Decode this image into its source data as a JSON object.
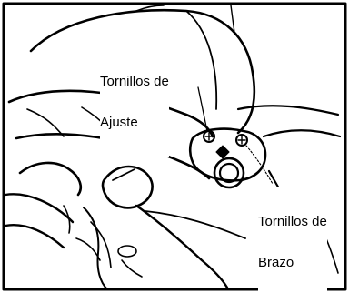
{
  "callouts": {
    "adjust_screws_line1": "Tornillos de",
    "adjust_screws_line2": "Ajuste",
    "arm_screws_line1": "Tornillos de",
    "arm_screws_line2": "Brazo"
  },
  "colors": {
    "line": "#000000",
    "background": "#ffffff",
    "frame": "#000000"
  }
}
